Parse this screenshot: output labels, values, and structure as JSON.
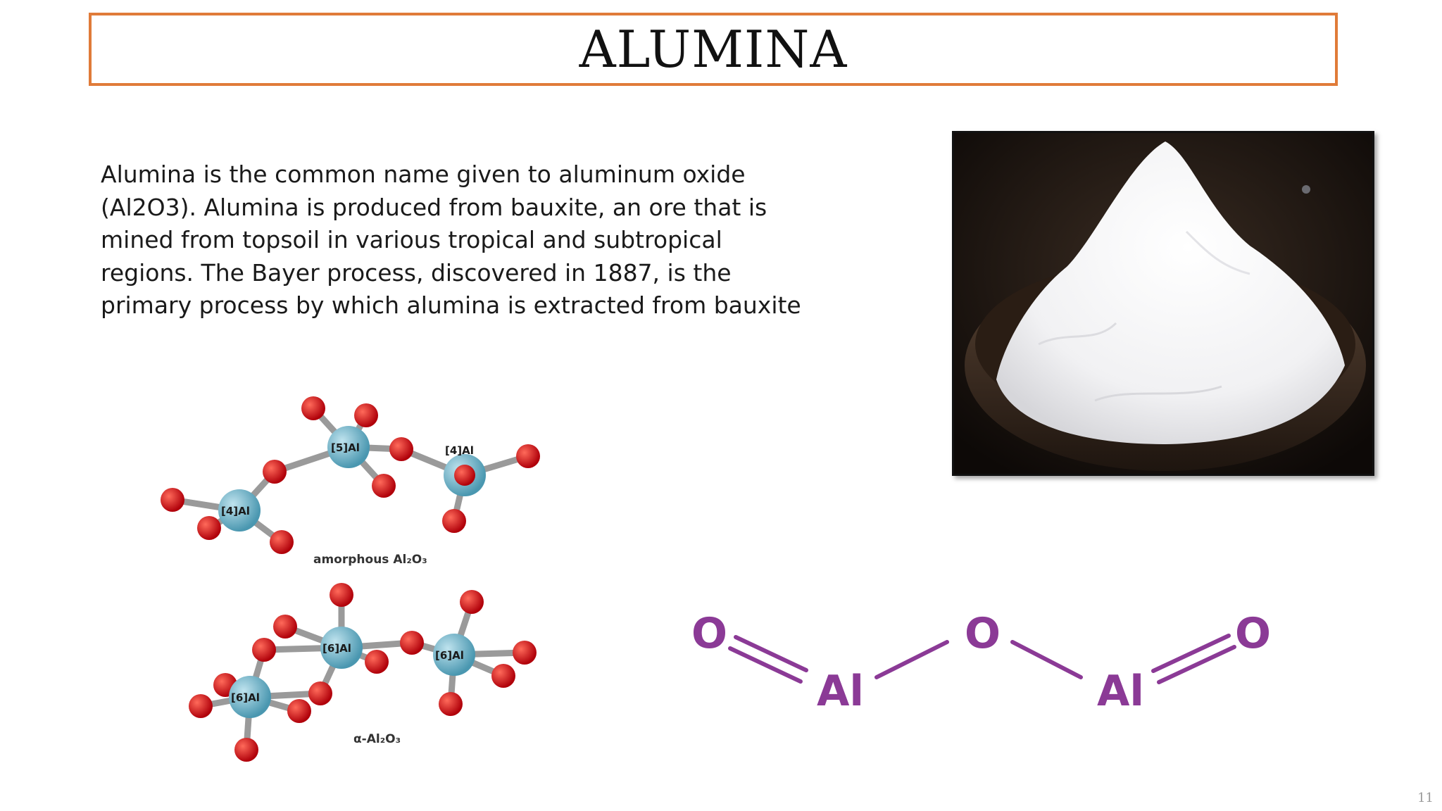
{
  "slide": {
    "title": "ALUMINA",
    "body": "Alumina is the common name given to aluminum oxide (Al2O3). Alumina is produced from bauxite, an ore that is mined from topsoil in various tropical and subtropical regions. The Bayer process, discovered in 1887, is the primary process by which alumina is extracted from bauxite",
    "page_number": "11"
  },
  "molecule_models": {
    "amorphous": {
      "caption": "amorphous Al₂O₃",
      "atom_labels": [
        "[5]Al",
        "[4]Al",
        "[4]Al"
      ]
    },
    "alpha": {
      "caption": "α-Al₂O₃",
      "atom_labels": [
        "[6]Al",
        "[6]Al",
        "[6]Al"
      ]
    }
  },
  "structural_formula": {
    "atoms": [
      "O",
      "Al",
      "O",
      "Al",
      "O"
    ],
    "color": "#8b3a96"
  },
  "colors": {
    "title_border": "#e07b39",
    "oxygen": "#d42020",
    "aluminum": "#6fb6cc"
  }
}
